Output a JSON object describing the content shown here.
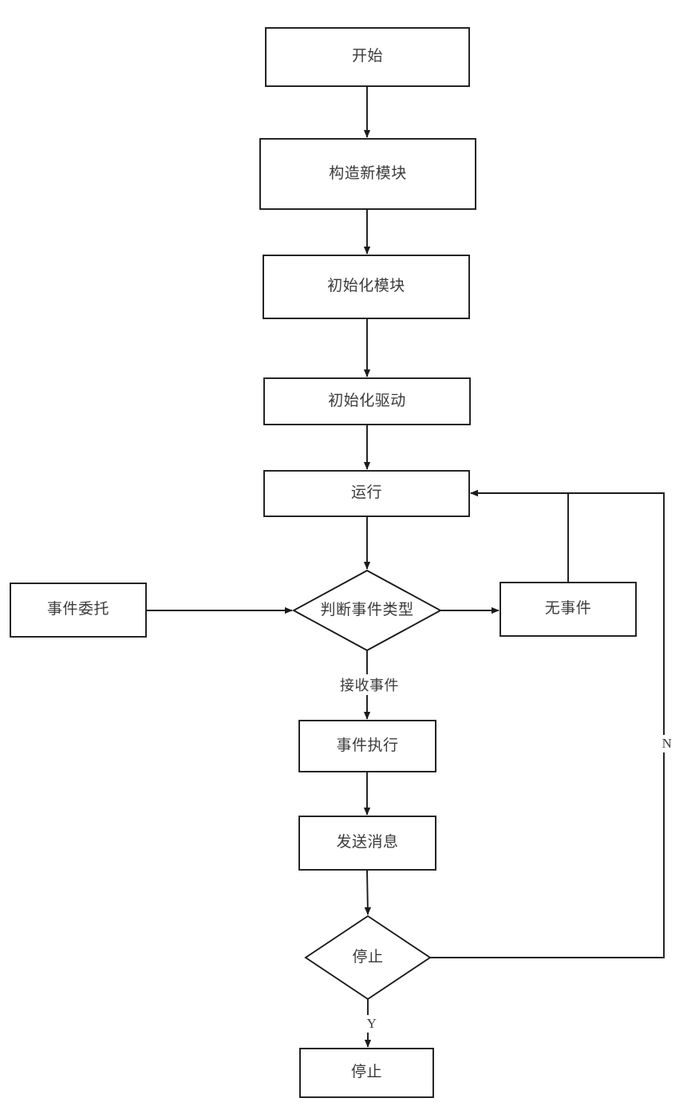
{
  "diagram": {
    "type": "flowchart",
    "title": "",
    "orientation": "top-to-bottom",
    "stroke_color": "#1a1a1a",
    "text_color": "#3b3b3b",
    "background_color": "#ffffff",
    "nodes": [
      {
        "id": "start",
        "shape": "rectangle",
        "label": "开始"
      },
      {
        "id": "build",
        "shape": "rectangle",
        "label": "构造新模块"
      },
      {
        "id": "init_module",
        "shape": "rectangle",
        "label": "初始化模块"
      },
      {
        "id": "init_driver",
        "shape": "rectangle",
        "label": "初始化驱动"
      },
      {
        "id": "run",
        "shape": "rectangle",
        "label": "运行"
      },
      {
        "id": "event_type",
        "shape": "diamond",
        "label": "判断事件类型"
      },
      {
        "id": "delegate",
        "shape": "rectangle",
        "label": "事件委托"
      },
      {
        "id": "no_event",
        "shape": "rectangle",
        "label": "无事件"
      },
      {
        "id": "exec_event",
        "shape": "rectangle",
        "label": "事件执行"
      },
      {
        "id": "send_msg",
        "shape": "rectangle",
        "label": "发送消息"
      },
      {
        "id": "stop_check",
        "shape": "diamond",
        "label": "停止"
      },
      {
        "id": "stop_end",
        "shape": "rectangle",
        "label": "停止"
      }
    ],
    "edges": [
      {
        "from": "start",
        "to": "build",
        "label": ""
      },
      {
        "from": "build",
        "to": "init_module",
        "label": ""
      },
      {
        "from": "init_module",
        "to": "init_driver",
        "label": ""
      },
      {
        "from": "init_driver",
        "to": "run",
        "label": ""
      },
      {
        "from": "run",
        "to": "event_type",
        "label": ""
      },
      {
        "from": "delegate",
        "to": "event_type",
        "label": ""
      },
      {
        "from": "event_type",
        "to": "no_event",
        "label": ""
      },
      {
        "from": "no_event",
        "to": "run",
        "label": ""
      },
      {
        "from": "event_type",
        "to": "exec_event",
        "label": "接收事件"
      },
      {
        "from": "exec_event",
        "to": "send_msg",
        "label": ""
      },
      {
        "from": "send_msg",
        "to": "stop_check",
        "label": ""
      },
      {
        "from": "stop_check",
        "to": "run",
        "label": "N"
      },
      {
        "from": "stop_check",
        "to": "stop_end",
        "label": "Y"
      }
    ],
    "edge_labels": {
      "receive_event": "接收事件",
      "no_branch": "N",
      "yes_branch": "Y"
    }
  }
}
